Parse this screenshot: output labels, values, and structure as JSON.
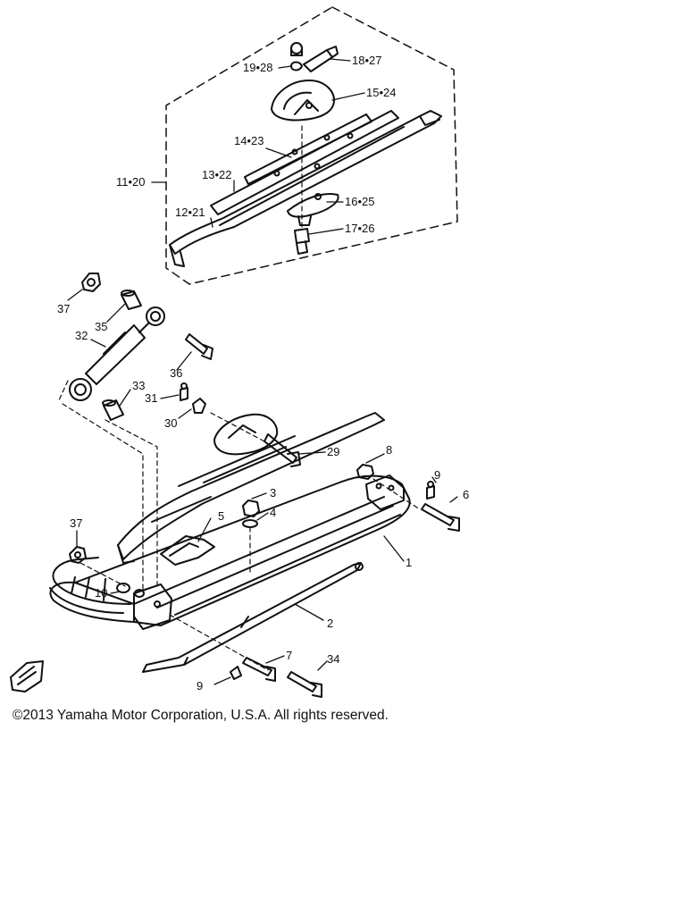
{
  "diagram": {
    "callouts": {
      "c1": "1",
      "c2": "2",
      "c3": "3",
      "c4": "4",
      "c5": "5",
      "c6": "6",
      "c7": "7",
      "c8": "8",
      "c9a": "9",
      "c9b": "9",
      "c10": "10",
      "c11_20": "11•20",
      "c12_21": "12•21",
      "c13_22": "13•22",
      "c14_23": "14•23",
      "c15_24": "15•24",
      "c16_25": "16•25",
      "c17_26": "17•26",
      "c18_27": "18•27",
      "c19_28": "19•28",
      "c29": "29",
      "c30": "30",
      "c31": "31",
      "c32": "32",
      "c33": "33",
      "c34": "34",
      "c35": "35",
      "c36": "36",
      "c37a": "37",
      "c37b": "37"
    }
  },
  "footer": {
    "copyright": "©2013 Yamaha Motor Corporation, U.S.A. All rights reserved."
  }
}
